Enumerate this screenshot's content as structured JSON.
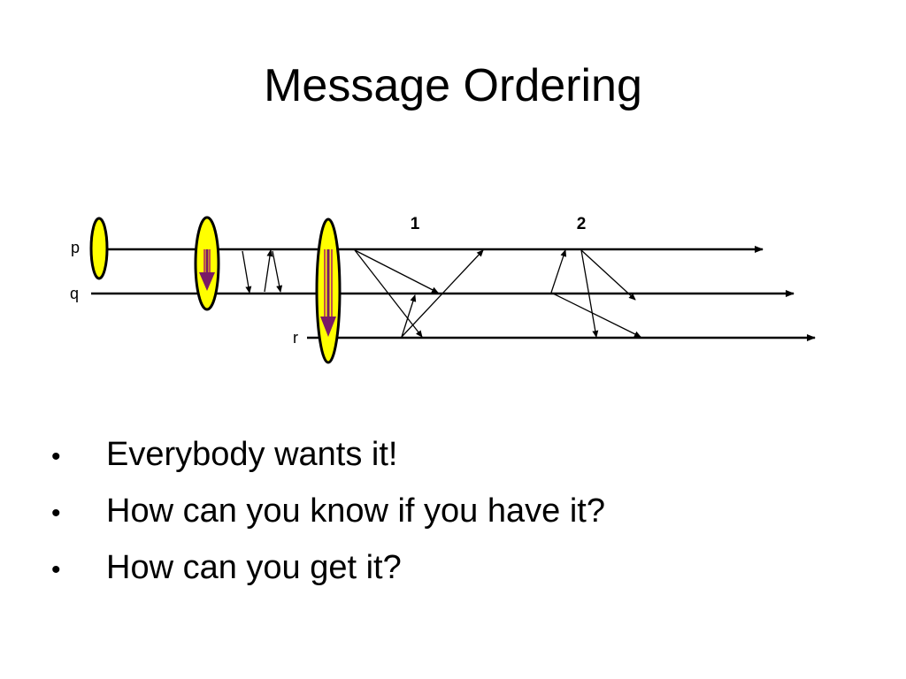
{
  "slide": {
    "title": "Message Ordering"
  },
  "diagram": {
    "processes": [
      {
        "id": "p",
        "label": "p"
      },
      {
        "id": "q",
        "label": "q"
      },
      {
        "id": "r",
        "label": "r"
      }
    ],
    "markers": [
      "1",
      "2"
    ],
    "colors": {
      "line": "#000000",
      "ellipse_fill": "#ffff00",
      "ellipse_stroke": "#000000",
      "flush_arrow": "#7a1a66"
    }
  },
  "bullets": {
    "mark": "•",
    "items": [
      "Everybody wants it!",
      "How can you know if you have it?",
      "How can you get it?"
    ]
  }
}
